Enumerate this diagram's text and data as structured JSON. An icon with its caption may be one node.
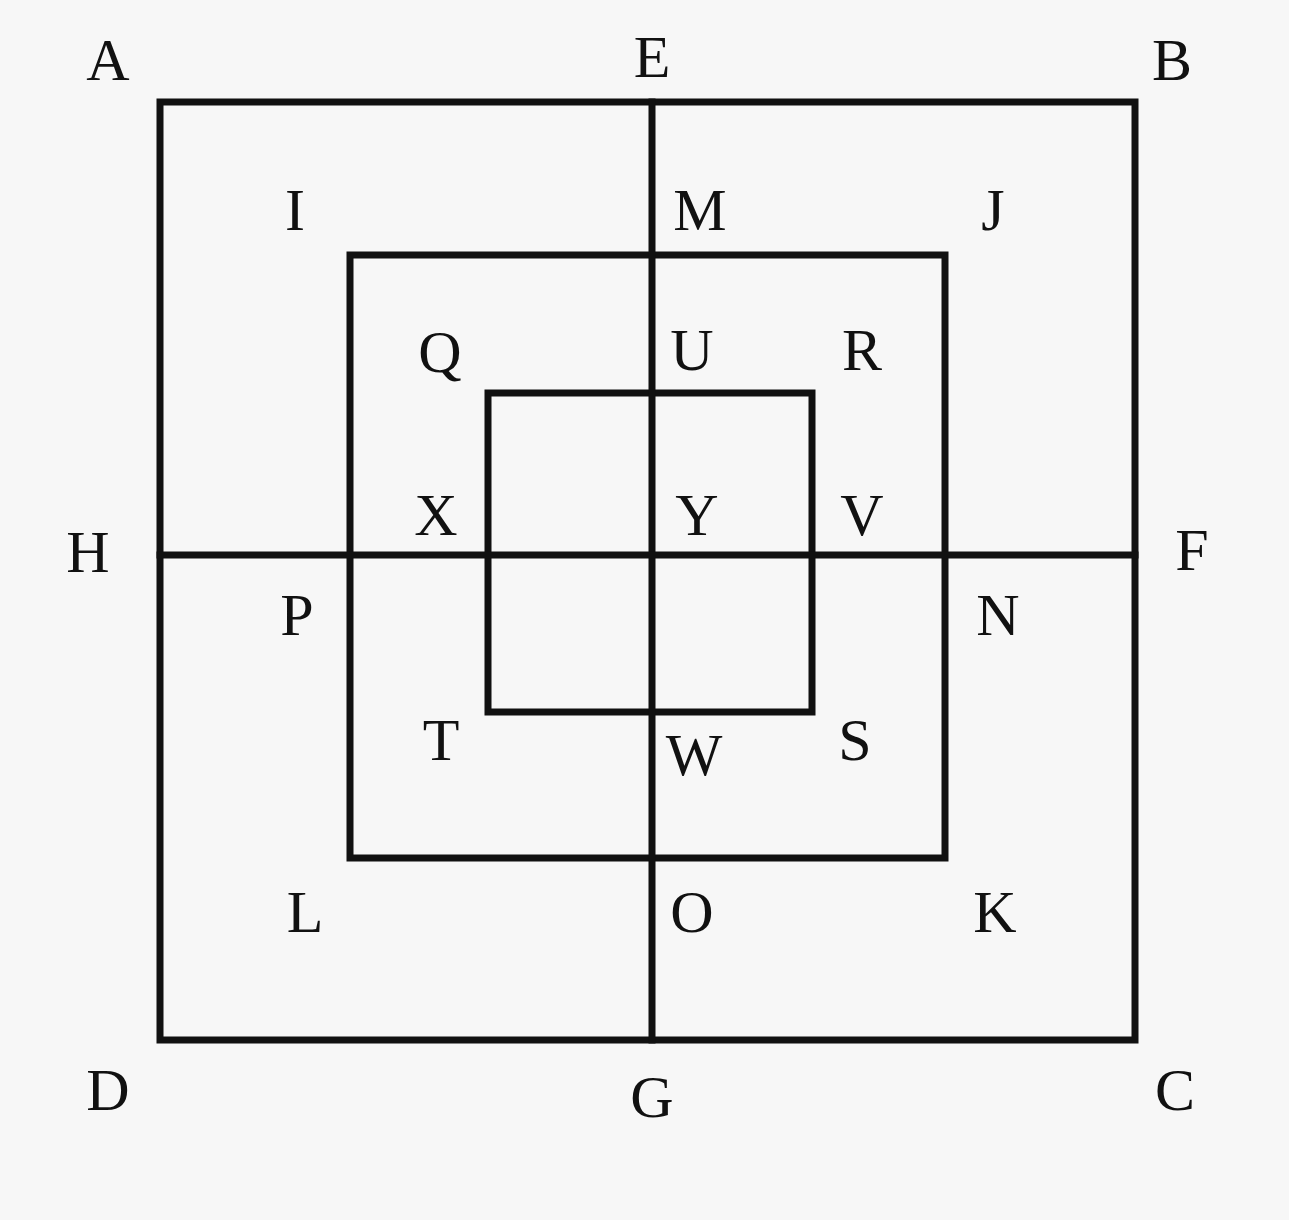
{
  "diagram": {
    "labels": [
      "A",
      "E",
      "B",
      "I",
      "M",
      "J",
      "Q",
      "U",
      "R",
      "X",
      "Y",
      "V",
      "H",
      "F",
      "P",
      "N",
      "T",
      "W",
      "S",
      "L",
      "O",
      "K",
      "D",
      "G",
      "C"
    ]
  }
}
